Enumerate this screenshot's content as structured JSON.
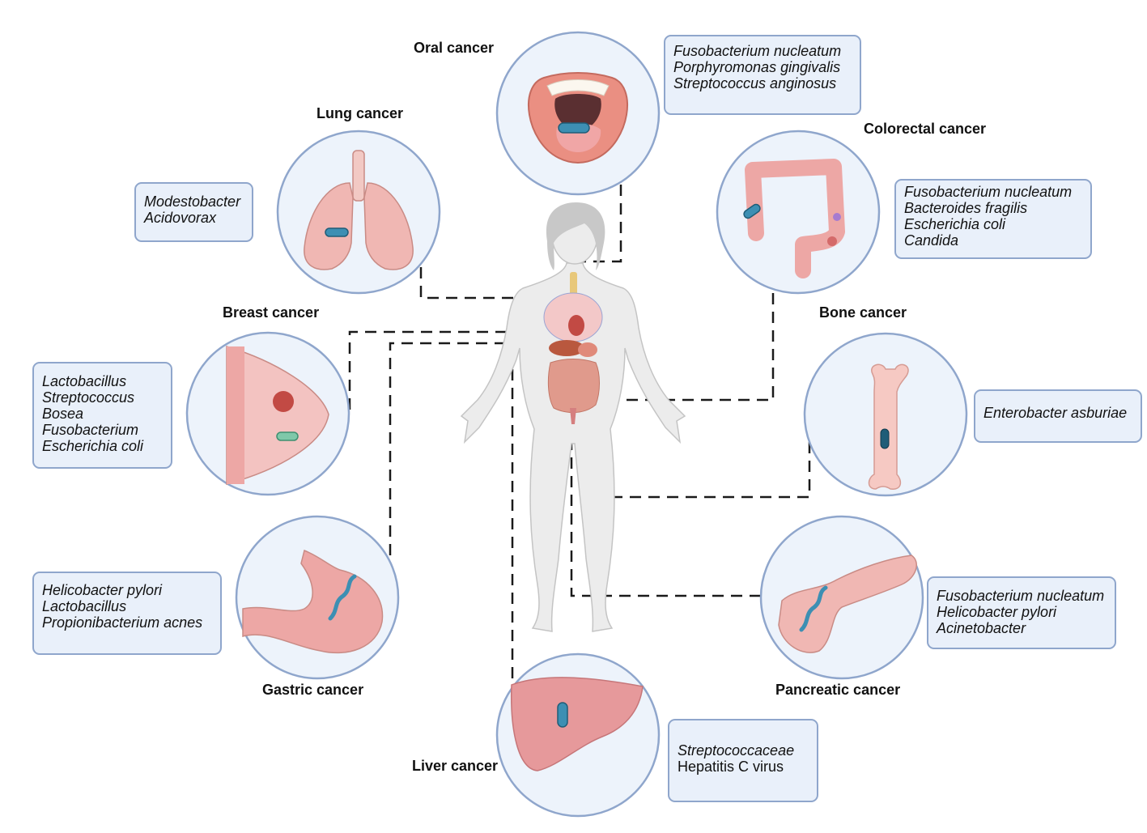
{
  "cancers": {
    "oral": {
      "title": "Oral cancer",
      "microbes": [
        "Fusobacterium nucleatum",
        "Porphyromonas gingivalis",
        "Streptococcus anginosus"
      ]
    },
    "lung": {
      "title": "Lung cancer",
      "microbes": [
        "Modestobacter",
        "Acidovorax"
      ]
    },
    "colorectal": {
      "title": "Colorectal cancer",
      "microbes": [
        "Fusobacterium nucleatum",
        "Bacteroides fragilis",
        "Escherichia coli",
        "Candida"
      ]
    },
    "breast": {
      "title": "Breast cancer",
      "microbes": [
        "Lactobacillus",
        "Streptococcus",
        "Bosea",
        "Fusobacterium",
        "Escherichia coli"
      ]
    },
    "bone": {
      "title": "Bone cancer",
      "microbes": [
        "Enterobacter asburiae"
      ]
    },
    "gastric": {
      "title": "Gastric cancer",
      "microbes": [
        "Helicobacter pylori",
        "Lactobacillus",
        "Propionibacterium acnes"
      ]
    },
    "pancreatic": {
      "title": "Pancreatic cancer",
      "microbes": [
        "Fusobacterium nucleatum",
        "Helicobacter pylori",
        "Acinetobacter"
      ]
    },
    "liver": {
      "title": "Liver cancer",
      "microbes": [
        "Streptococcaceae"
      ],
      "virus": "Hepatitis C virus"
    }
  },
  "colors": {
    "circle_fill": "#edf3fb",
    "circle_stroke": "#8fa6cc",
    "box_fill": "#e9f0fa",
    "organ_pink": "#eda7a5",
    "organ_dark": "#c9706f",
    "bacterium": "#3d8fb3",
    "body_fill": "#ececec",
    "connector": "#1a1a1a"
  }
}
